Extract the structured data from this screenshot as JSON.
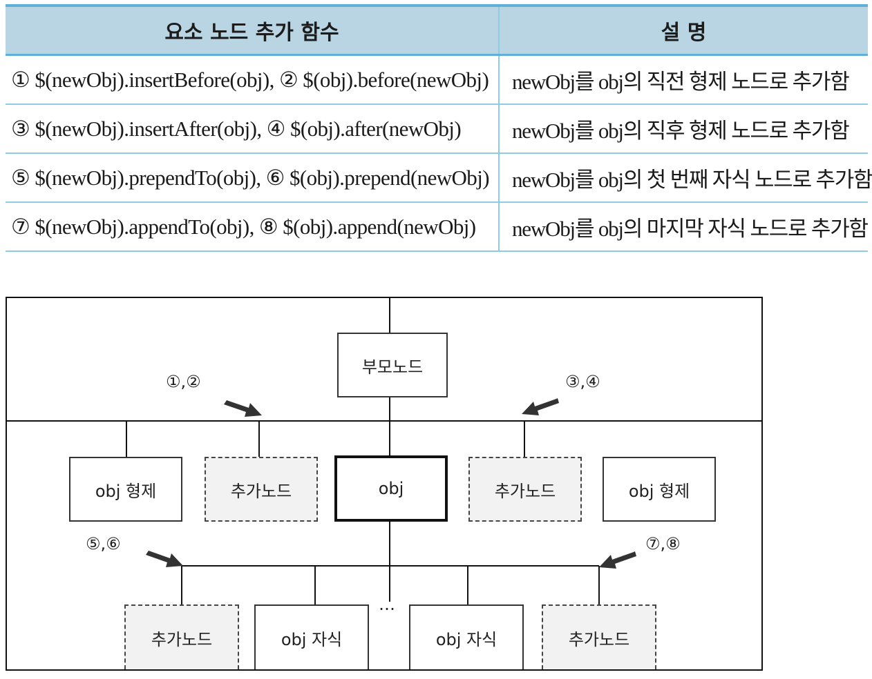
{
  "table": {
    "headers": [
      "요소 노드 추가 함수",
      "설 명"
    ],
    "rows": [
      {
        "fn": "① $(newObj).insertBefore(obj), ② $(obj).before(newObj)",
        "desc": "newObj를 obj의 직전 형제 노드로 추가함"
      },
      {
        "fn": "③ $(newObj).insertAfter(obj), ④ $(obj).after(newObj)",
        "desc": "newObj를 obj의 직후 형제 노드로 추가함"
      },
      {
        "fn": "⑤ $(newObj).prependTo(obj), ⑥ $(obj).prepend(newObj)",
        "desc": "newObj를 obj의 첫 번째 자식 노드로 추가함"
      },
      {
        "fn": "⑦ $(newObj).appendTo(obj), ⑧ $(obj).append(newObj)",
        "desc": "newObj를 obj의 마지막 자식 노드로 추가함"
      }
    ]
  },
  "diagram": {
    "parent": "부모노드",
    "sibling_left": "obj 형제",
    "added_before": "추가노드",
    "target": "obj",
    "added_after": "추가노드",
    "sibling_right": "obj 형제",
    "child_added_first": "추가노드",
    "child_1": "obj 자식",
    "ellipsis": "…",
    "child_2": "obj 자식",
    "child_added_last": "추가노드",
    "label_12": "①,②",
    "label_34": "③,④",
    "label_56": "⑤,⑥",
    "label_78": "⑦,⑧"
  },
  "colors": {
    "header_bg": "#b9d4e2",
    "header_rule": "#5fb0d6",
    "row_rule": "#8fcbe4",
    "added_node_bg": "#f2f2f2"
  }
}
